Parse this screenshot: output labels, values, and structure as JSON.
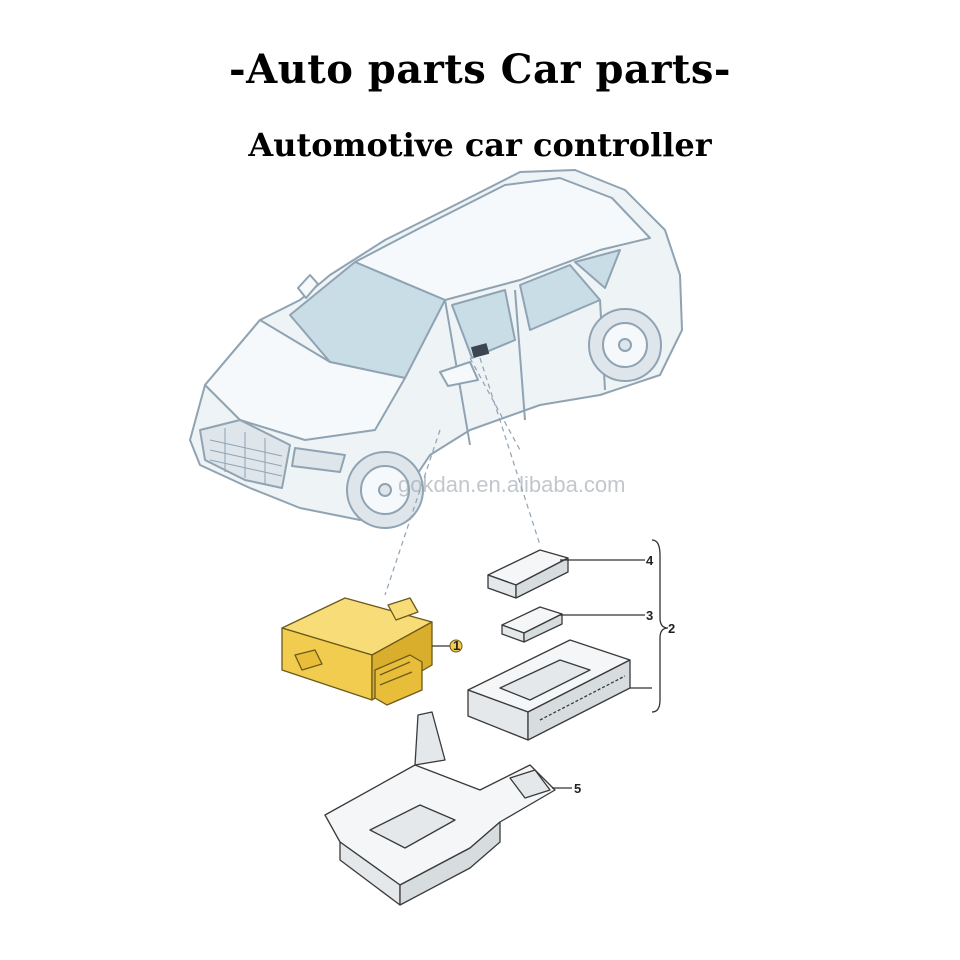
{
  "header": {
    "title": "-Auto parts Car parts-",
    "subtitle": "Automotive car controller"
  },
  "watermark": "gokdan.en.alibaba.com",
  "callouts": {
    "c1": "1",
    "c2": "2",
    "c3": "3",
    "c4": "4",
    "c5": "5"
  },
  "colors": {
    "car_fill": "#eef3f6",
    "car_line": "#8fa3b3",
    "glass": "#c9dde6",
    "module_highlight": "#f2cc4f",
    "part_fill": "#f4f6f7",
    "line": "#3a3a3a"
  }
}
